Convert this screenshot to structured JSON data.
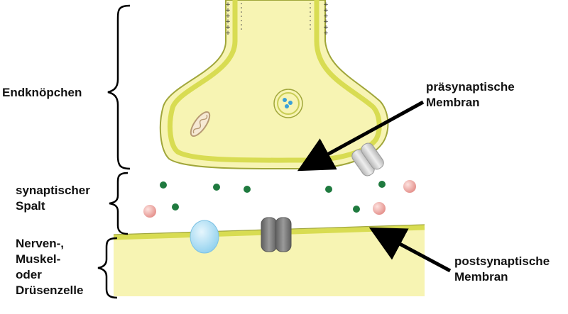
{
  "labels": {
    "endknoepfchen": "Endknöpchen",
    "spalt": [
      "synaptischer",
      "Spalt"
    ],
    "zelle": [
      "Nerven-,",
      "Muskel-",
      "oder",
      "Drüsenzelle"
    ],
    "praesynaptisch": [
      "präsynaptische",
      "Membran"
    ],
    "postsynaptisch": [
      "postsynaptische",
      "Membran"
    ]
  },
  "colors": {
    "cytoplasm": "#f7f4b3",
    "membrane": "#d8dc52",
    "membrane_outline": "#a0a63a",
    "neurotransmitter": "#1f7a3f",
    "pink_molecule": "#f0a8a4",
    "receptor_dark": "#7a7a7a",
    "channel_light": "#cfcfcf",
    "receptor_blue": "#a9dcf2",
    "arrow": "#000000"
  },
  "charges": {
    "left": [
      "+",
      "+",
      "+",
      "+",
      "+",
      "+"
    ],
    "right": [
      "+",
      "+",
      "+",
      "+",
      "+",
      "+"
    ]
  }
}
